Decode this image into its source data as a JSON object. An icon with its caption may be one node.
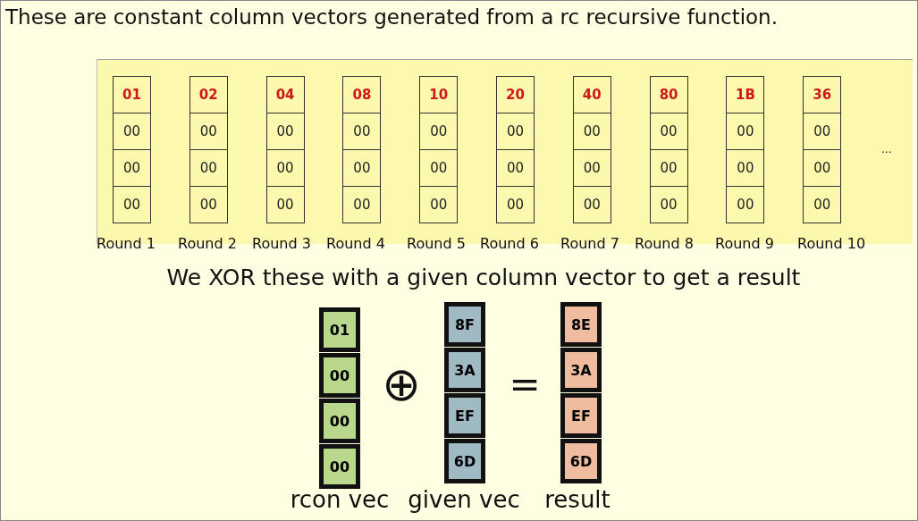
{
  "diagram": {
    "title": "These are constant column vectors generated from a rc recursive function.",
    "nodes": [
      {
        "text": [
          "01"
        ]
      },
      {
        "text": [
          "00"
        ]
      },
      {
        "text": [
          "00"
        ]
      },
      {
        "text": [
          "00"
        ]
      },
      {
        "text": [
          "02"
        ]
      },
      {
        "text": [
          "00"
        ]
      },
      {
        "text": [
          "00"
        ]
      },
      {
        "text": [
          "00"
        ]
      },
      {
        "text": [
          "04"
        ]
      },
      {
        "text": [
          "00"
        ]
      },
      {
        "text": [
          "00"
        ]
      },
      {
        "text": [
          "00"
        ]
      },
      {
        "text": [
          "08"
        ]
      },
      {
        "text": [
          "00"
        ]
      },
      {
        "text": [
          "00"
        ]
      },
      {
        "text": [
          "00"
        ]
      },
      {
        "text": [
          "10"
        ]
      },
      {
        "text": [
          "00"
        ]
      },
      {
        "text": [
          "00"
        ]
      },
      {
        "text": [
          "00"
        ]
      },
      {
        "text": [
          "20"
        ]
      },
      {
        "text": [
          "00"
        ]
      },
      {
        "text": [
          "00"
        ]
      },
      {
        "text": [
          "00"
        ]
      },
      {
        "text": [
          "40"
        ]
      },
      {
        "text": [
          "00"
        ]
      },
      {
        "text": [
          "00"
        ]
      },
      {
        "text": [
          "00"
        ]
      },
      {
        "text": [
          "80"
        ]
      },
      {
        "text": [
          "00"
        ]
      },
      {
        "text": [
          "00"
        ]
      },
      {
        "text": [
          "00"
        ]
      },
      {
        "text": [
          "1B"
        ]
      },
      {
        "text": [
          "00"
        ]
      },
      {
        "text": [
          "00"
        ]
      },
      {
        "text": [
          "00"
        ]
      },
      {
        "text": [
          "36"
        ]
      },
      {
        "text": [
          "00"
        ]
      },
      {
        "text": [
          "00"
        ]
      },
      {
        "text": [
          "00"
        ]
      },
      {
        "text": [
          "01"
        ]
      },
      {
        "text": [
          "00"
        ]
      },
      {
        "text": [
          "00"
        ]
      },
      {
        "text": [
          "00"
        ]
      },
      {
        "text": [
          "8F"
        ]
      },
      {
        "text": [
          "3A"
        ]
      },
      {
        "text": [
          "EF"
        ]
      },
      {
        "text": [
          "6D"
        ]
      },
      {
        "text": [
          "8E"
        ]
      },
      {
        "text": [
          "3A"
        ]
      },
      {
        "text": [
          "EF"
        ]
      },
      {
        "text": [
          "6D"
        ]
      }
    ],
    "labels": [
      "...",
      "Round 1",
      "Round 2",
      "Round 3",
      "Round 4",
      "Round 5",
      "Round 6",
      "Round 7",
      "Round 8",
      "Round 9",
      "Round 10",
      "We XOR these with a given column vector to get a result",
      "⊕",
      "=",
      "rcon vec",
      "given vec",
      "result"
    ]
  }
}
